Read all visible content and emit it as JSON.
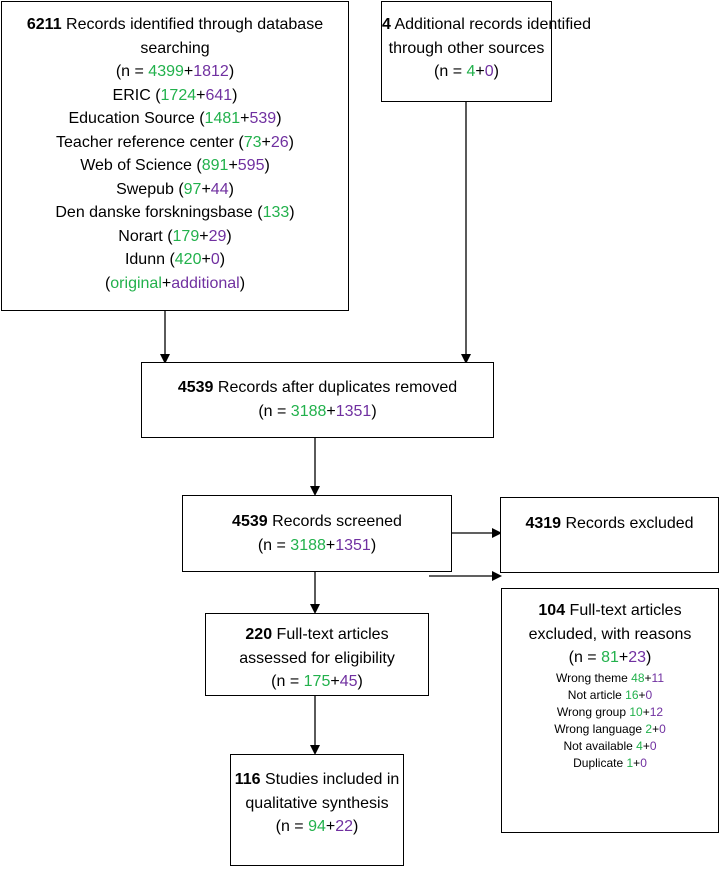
{
  "box_database": {
    "count": "6211",
    "title_1": " Records identified through database",
    "title_2": "searching",
    "n_prefix": "(n = ",
    "n_original": "4399",
    "plus": "+",
    "n_additional": "1812",
    "close": ")",
    "sources": [
      {
        "name": "ERIC (",
        "original": "1724",
        "additional": "641"
      },
      {
        "name": "Education Source (",
        "original": "1481",
        "additional": "539"
      },
      {
        "name": "Teacher reference center (",
        "original": "73",
        "additional": "26"
      },
      {
        "name": "Web of Science (",
        "original": "891",
        "additional": "595"
      },
      {
        "name": "Swepub (",
        "original": "97",
        "additional": "44"
      },
      {
        "name": "Den danske forskningsbase (",
        "original": "133"
      },
      {
        "name": "Norart (",
        "original": "179",
        "additional": "29"
      },
      {
        "name": "Idunn (",
        "original": "420",
        "additional": "0"
      }
    ],
    "legend_open": "(",
    "legend_original": "original",
    "legend_additional": "additional",
    "legend_close": ")"
  },
  "box_other": {
    "count": "4",
    "title_1": " Additional records identified",
    "title_2": "through other sources",
    "n_prefix": "(n = ",
    "n_original": "4",
    "n_additional": "0",
    "close": ")"
  },
  "box_duplicates": {
    "count": "4539",
    "title": " Records after duplicates removed",
    "n_prefix": "(n = ",
    "n_original": "3188",
    "n_additional": "1351",
    "close": ")"
  },
  "box_screened": {
    "count": "4539",
    "title": " Records screened",
    "n_prefix": "(n = ",
    "n_original": "3188",
    "n_additional": "1351",
    "close": ")"
  },
  "box_excluded": {
    "count": "4319",
    "title": " Records excluded"
  },
  "box_fulltext": {
    "count": "220",
    "title_1": " Full-text articles",
    "title_2": "assessed for eligibility",
    "n_prefix": "(n = ",
    "n_original": "175",
    "n_additional": "45",
    "close": ")"
  },
  "box_fulltext_excluded": {
    "count": "104",
    "title_1": " Full-text articles",
    "title_2": "excluded, with reasons",
    "n_prefix": "(n = ",
    "n_original": "81",
    "n_additional": "23",
    "close": ")",
    "reasons": [
      {
        "label": "Wrong theme ",
        "original": "48",
        "additional": "11"
      },
      {
        "label": "Not article ",
        "original": "16",
        "additional": "0"
      },
      {
        "label": "Wrong group ",
        "original": "10",
        "additional": "12"
      },
      {
        "label": "Wrong language ",
        "original": "2",
        "additional": "0"
      },
      {
        "label": "Not available ",
        "original": "4",
        "additional": "0"
      },
      {
        "label": "Duplicate ",
        "original": "1",
        "additional": "0"
      }
    ]
  },
  "box_included": {
    "count": "116",
    "title_1": " Studies included in",
    "title_2": "qualitative synthesis",
    "n_prefix": "(n = ",
    "n_original": "94",
    "n_additional": "22",
    "close": ")"
  },
  "colors": {
    "original": "#22b14c",
    "additional": "#7030a0",
    "border": "#000000"
  }
}
